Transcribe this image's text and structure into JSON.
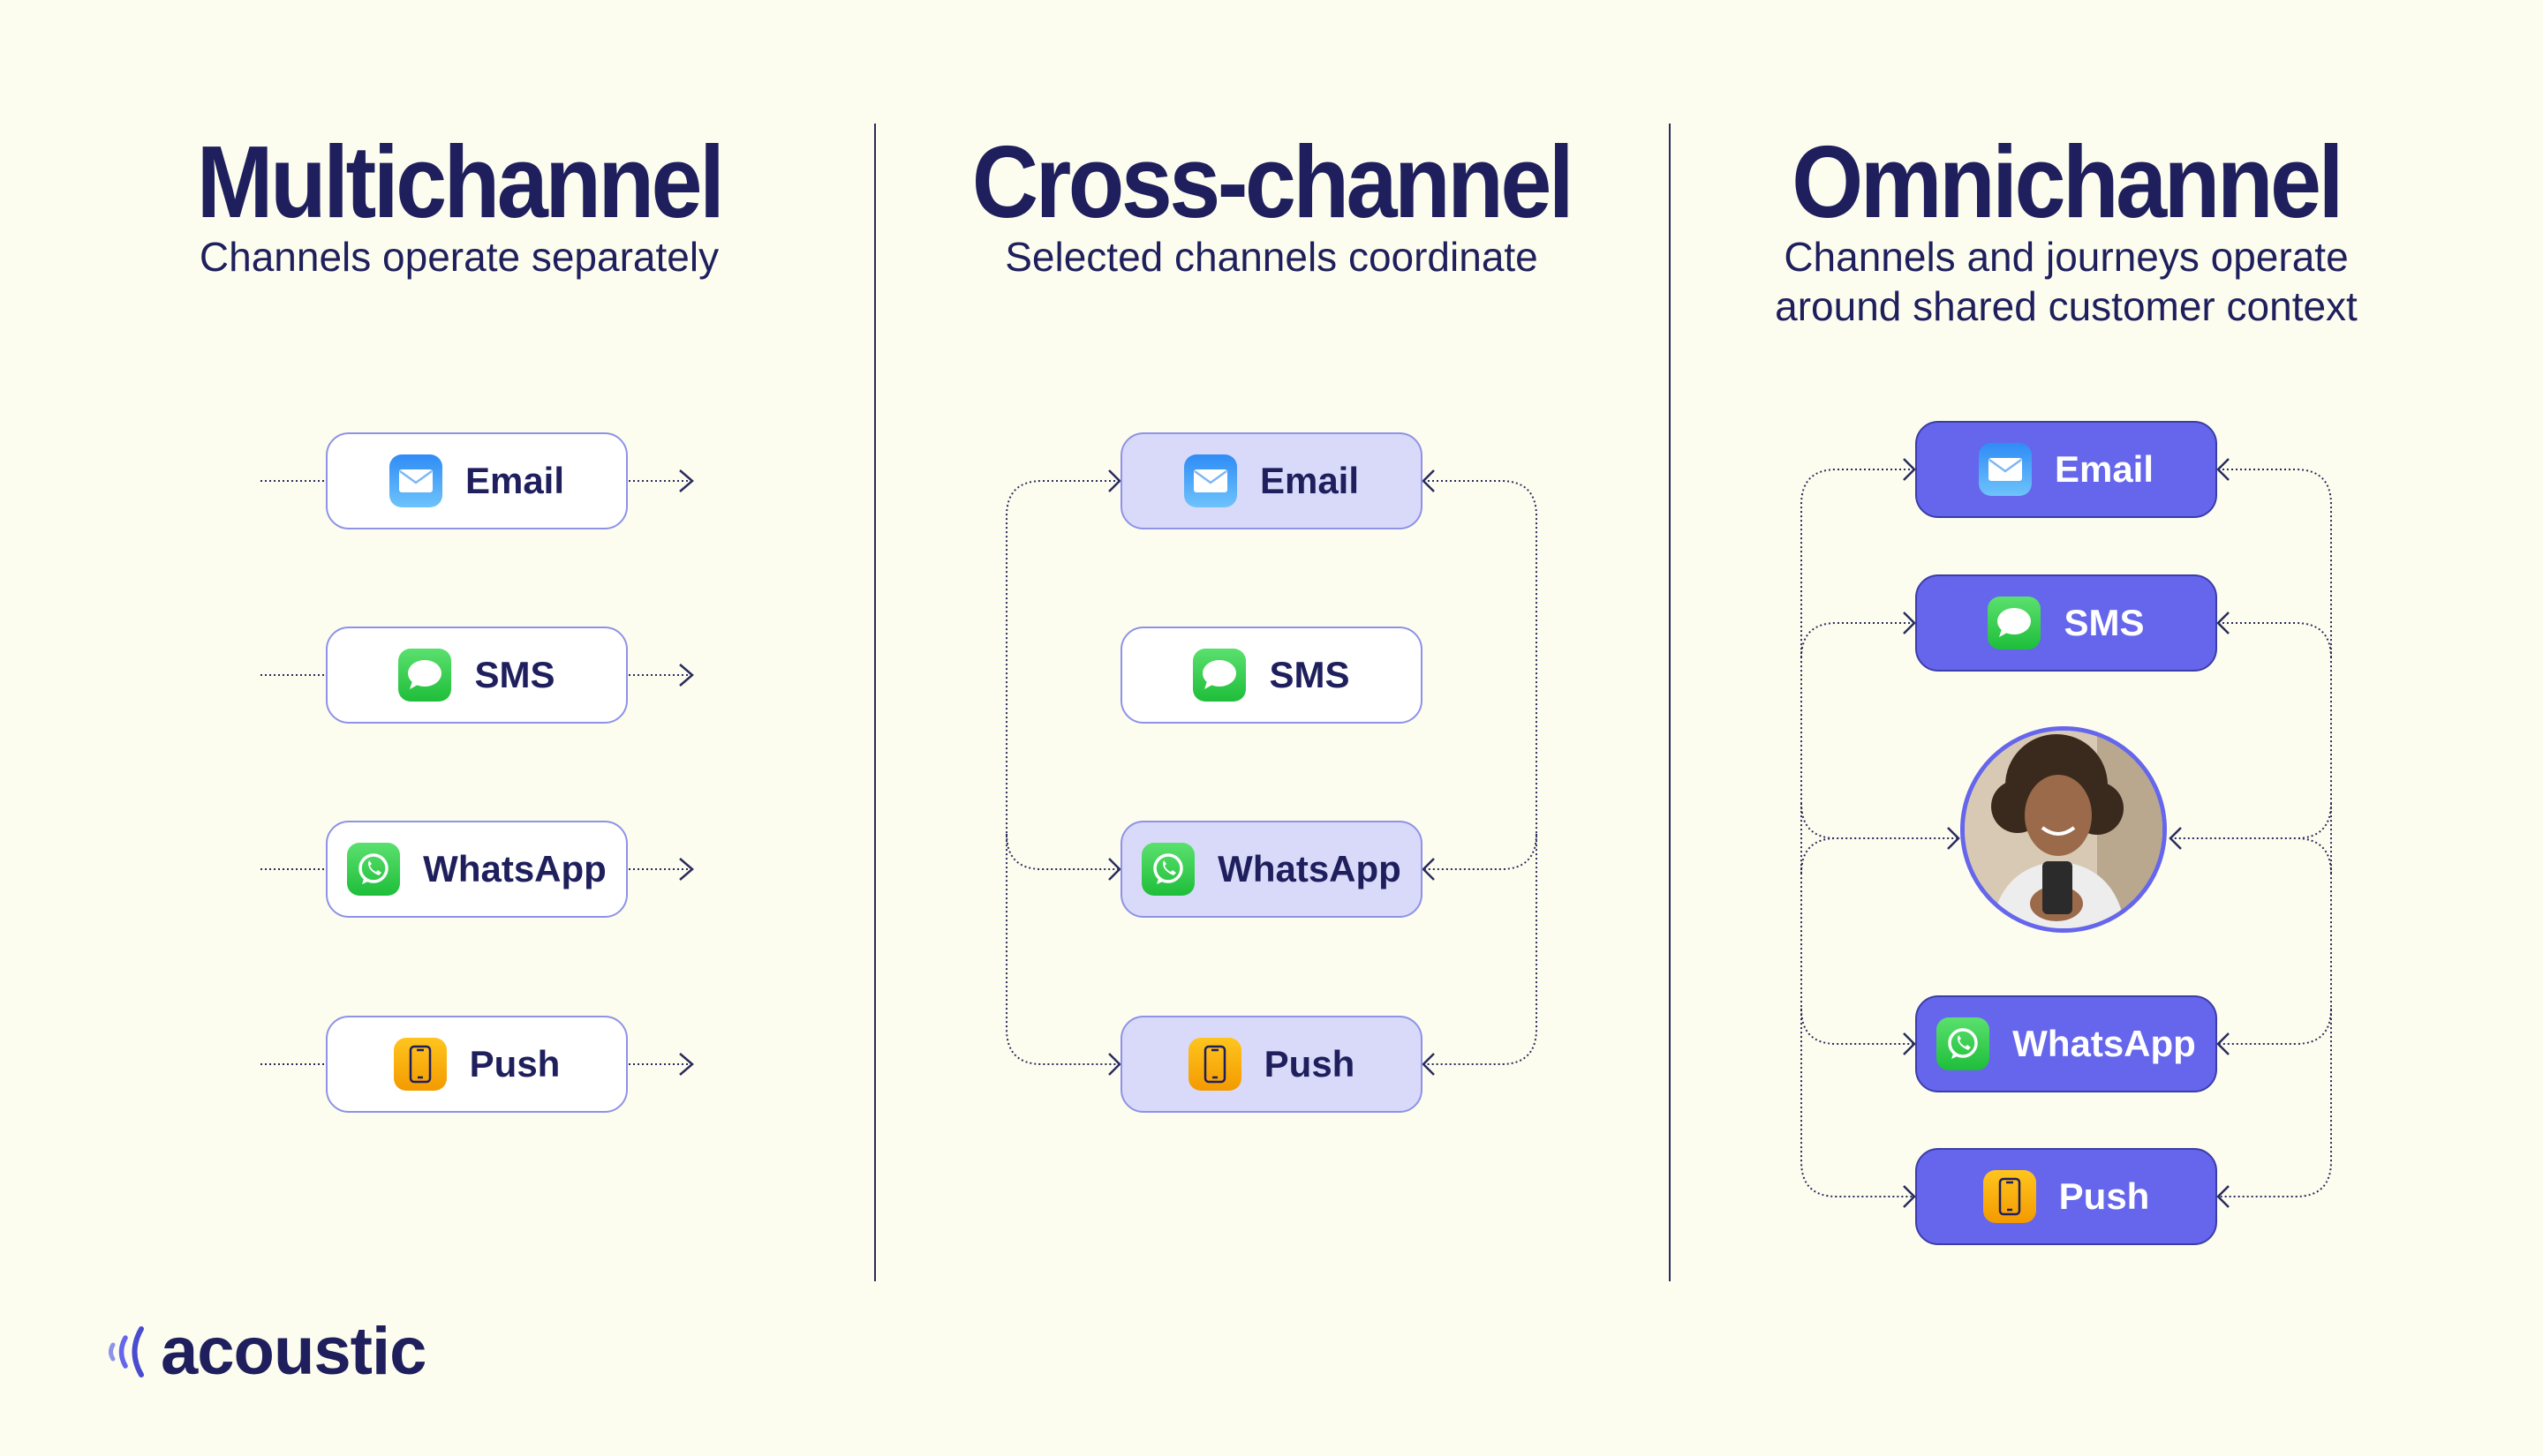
{
  "columns": [
    {
      "title": "Multichannel",
      "subtitle": [
        "Channels operate separately"
      ]
    },
    {
      "title": "Cross-channel",
      "subtitle": [
        "Selected channels coordinate"
      ]
    },
    {
      "title": "Omnichannel",
      "subtitle": [
        "Channels and journeys operate",
        "around shared customer context"
      ]
    }
  ],
  "channels": {
    "email": "Email",
    "sms": "SMS",
    "whatsapp": "WhatsApp",
    "push": "Push"
  },
  "brand": {
    "name": "acoustic"
  },
  "colors": {
    "background": "#FCFDEE",
    "navy": "#1E1F5C",
    "pill_light": "#D9DAFA",
    "pill_dark": "#6566EC",
    "pill_border": "#8E92E8"
  }
}
